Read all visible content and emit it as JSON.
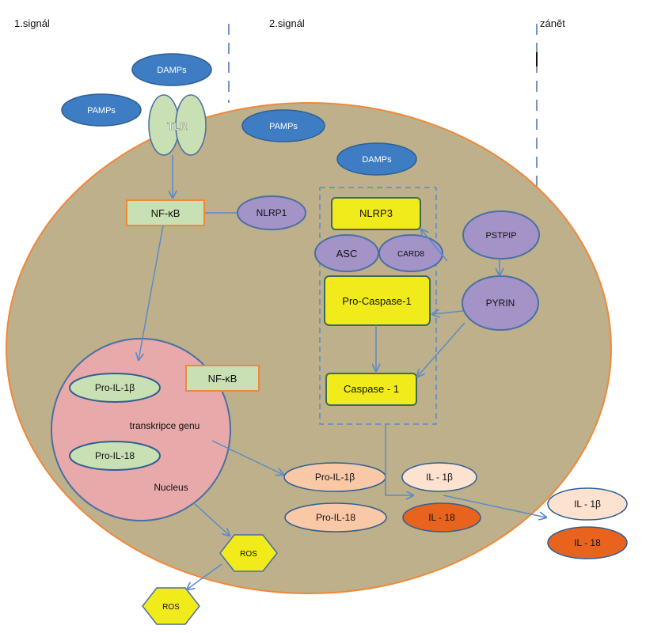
{
  "headers": {
    "signal1": "1.signál",
    "signal2": "2.signál",
    "inflammation": "zánět"
  },
  "receptors": {
    "tlr": "TLR"
  },
  "ligands": {
    "damps_out": "DAMPs",
    "pamps_out": "PAMPs",
    "pamps_in": "PAMPs",
    "damps_in": "DAMPs"
  },
  "cytoplasm": {
    "nfkb": "NF-κB",
    "nlrp1": "NLRP1"
  },
  "inflammasome": {
    "nlrp3": "NLRP3",
    "asc": "ASC",
    "card8": "CARD8",
    "pro_caspase1": "Pro-Caspase-1",
    "caspase1": "Caspase - 1",
    "pstpip": "PSTPIP",
    "pyrin": "PYRIN"
  },
  "nucleus": {
    "pro_il1b": "Pro-IL-1β",
    "nfkb": "NF-κB",
    "transcription": "transkripce genu",
    "pro_il18": "Pro-IL-18",
    "label": "Nucleus"
  },
  "cytokines": {
    "pro_il1b": "Pro-IL-1β",
    "il1b": "IL - 1β",
    "pro_il18": "Pro-IL-18",
    "il18": "IL - 18",
    "il1b_out": "IL - 1β",
    "il18_out": "IL - 18"
  },
  "ros": {
    "inner": "ROS",
    "outer": "ROS"
  },
  "colors": {
    "cell": "#bdb08a",
    "cell_border": "#f0883a",
    "nucleus": "#e8a9aa",
    "nucleus_border": "#4a6fa5",
    "blue": "#3e7dc4",
    "purple": "#a493c7",
    "green": "#c8e0b4",
    "yellow": "#f2eb1b",
    "peach": "#f9c8a6",
    "orange": "#e8641e",
    "arrow": "#5b8bc9"
  }
}
